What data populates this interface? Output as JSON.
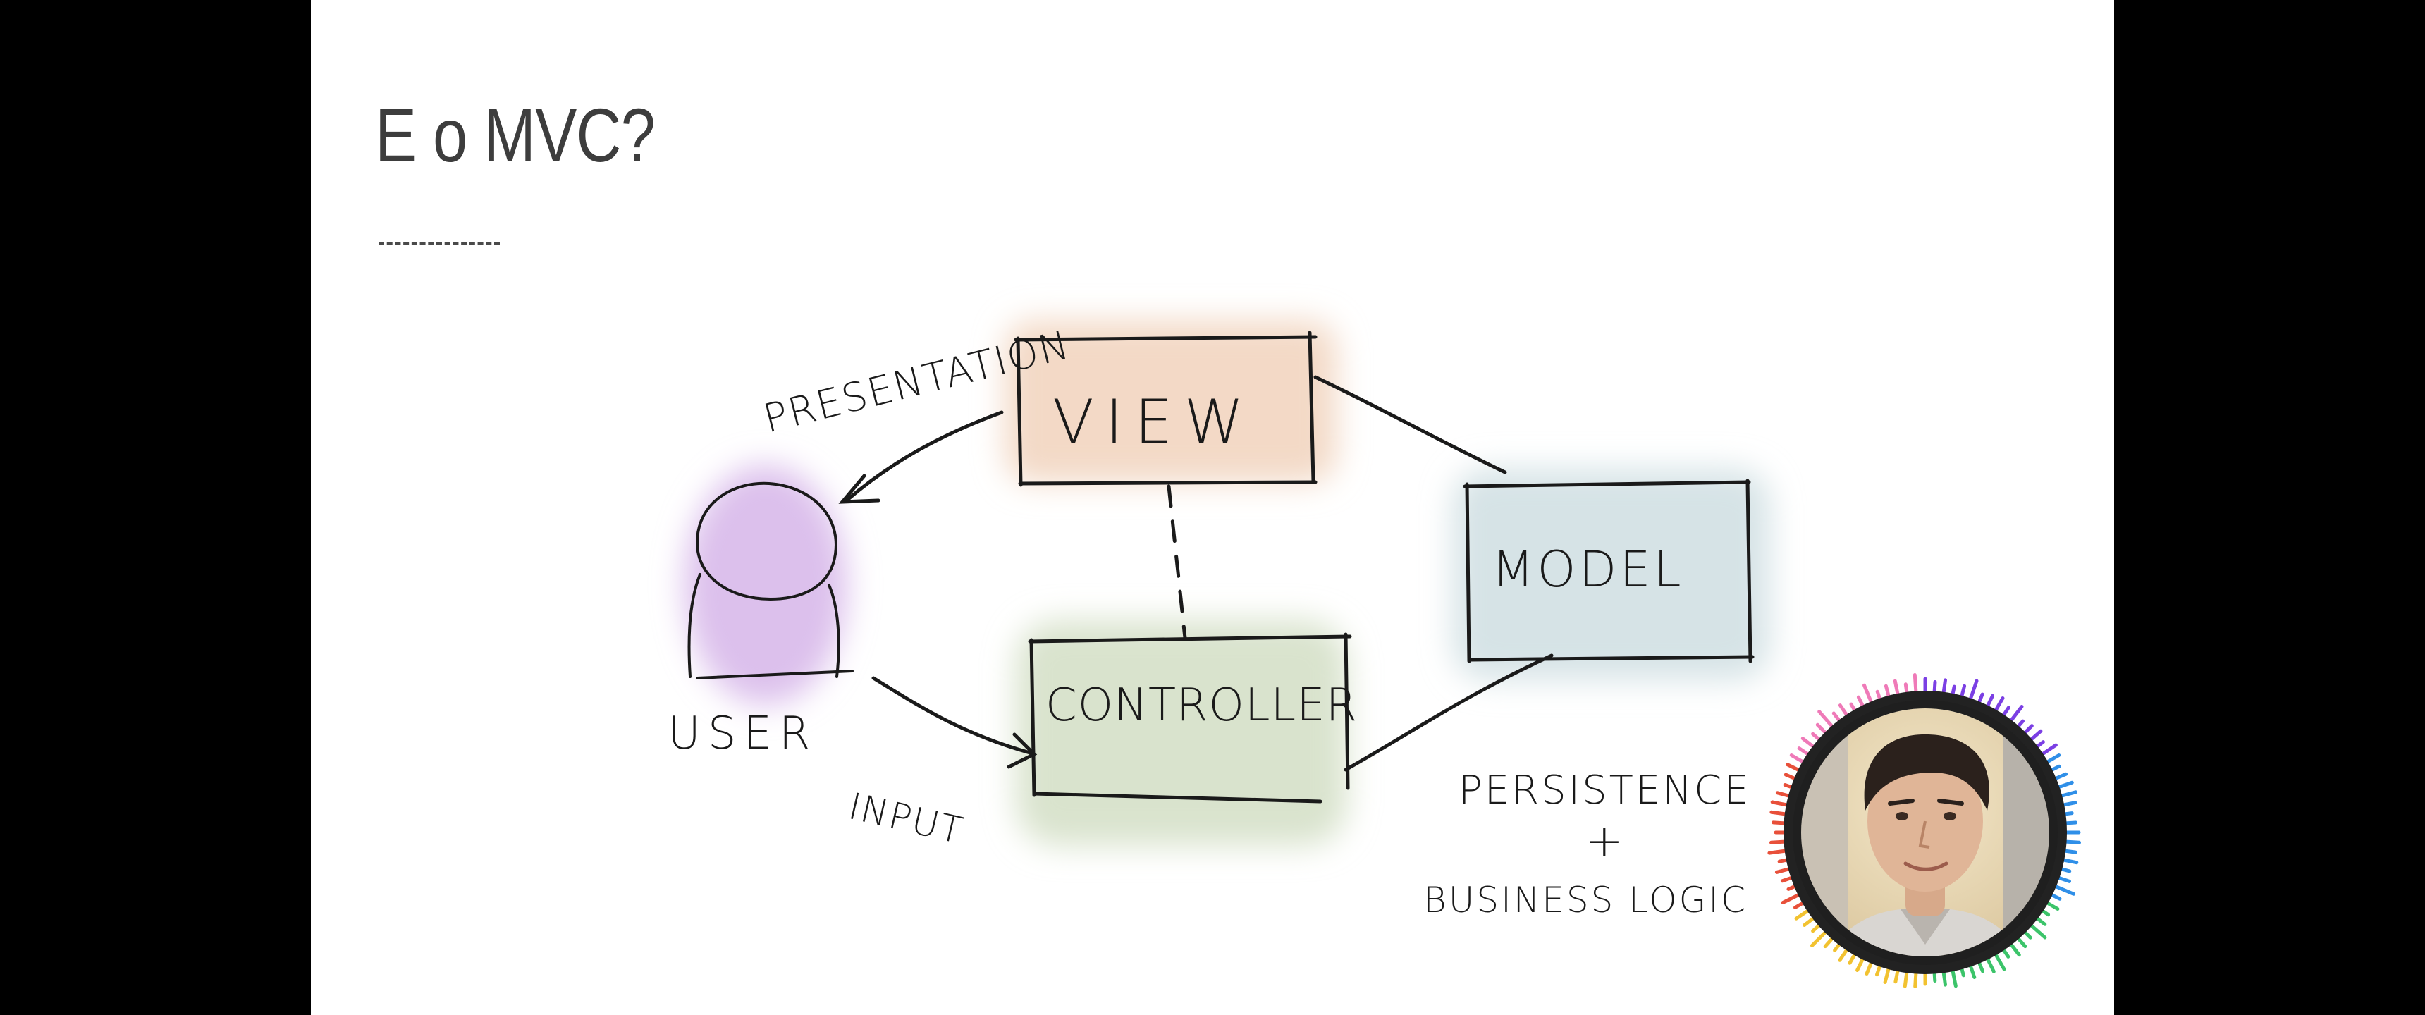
{
  "slide": {
    "title": "E o MVC?",
    "title_rule": "———"
  },
  "diagram": {
    "nodes": {
      "view": "VIEW",
      "model": "MODEL",
      "controller": "CONTROLLER",
      "user": "USER"
    },
    "labels": {
      "presentation": "PRESENTATION",
      "input": "INPUT",
      "persistence": "PERSISTENCE",
      "plus": "+",
      "business_logic": "BUSINESS LOGIC"
    },
    "colors": {
      "view_wash": "#f3d9c6",
      "model_wash": "#d6e3e6",
      "controller_wash": "#d9e3cd",
      "user_wash": "#dcc0ec",
      "ink": "#1a1a1a"
    }
  },
  "webcam": {
    "ring_colors": [
      "#7b3fe4",
      "#2f8fe8",
      "#3cc46a",
      "#f2c230",
      "#e8503a",
      "#ef7ab8"
    ]
  }
}
